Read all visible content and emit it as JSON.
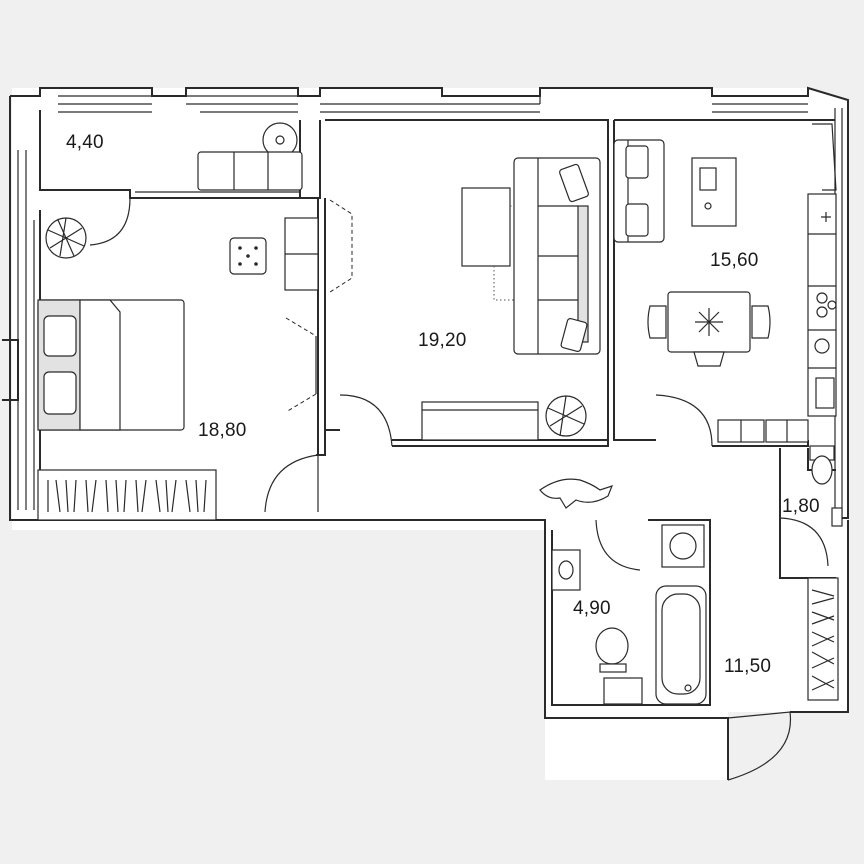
{
  "floor_plan": {
    "rooms": [
      {
        "id": "balcony",
        "area": "4,40"
      },
      {
        "id": "bedroom",
        "area": "18,80"
      },
      {
        "id": "living-room",
        "area": "19,20"
      },
      {
        "id": "kitchen",
        "area": "15,60"
      },
      {
        "id": "wc",
        "area": "1,80"
      },
      {
        "id": "bathroom",
        "area": "4,90"
      },
      {
        "id": "hallway",
        "area": "11,50"
      }
    ]
  },
  "colors": {
    "background": "#f0f0f0",
    "floor": "#ffffff",
    "wall": "#2a2a2a",
    "furniture_shade": "#e2e2e2"
  }
}
